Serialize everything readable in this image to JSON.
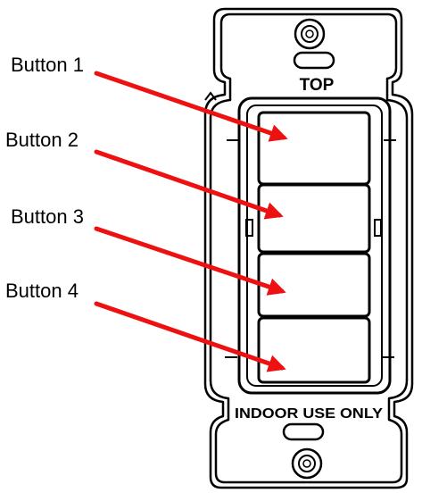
{
  "colors": {
    "arrow": "#ee1111",
    "line": "#000000",
    "background": "#ffffff"
  },
  "plate": {
    "top_label": "TOP",
    "bottom_label": "INDOOR USE ONLY"
  },
  "callouts": [
    {
      "label": "Button 1"
    },
    {
      "label": "Button 2"
    },
    {
      "label": "Button 3"
    },
    {
      "label": "Button 4"
    }
  ]
}
